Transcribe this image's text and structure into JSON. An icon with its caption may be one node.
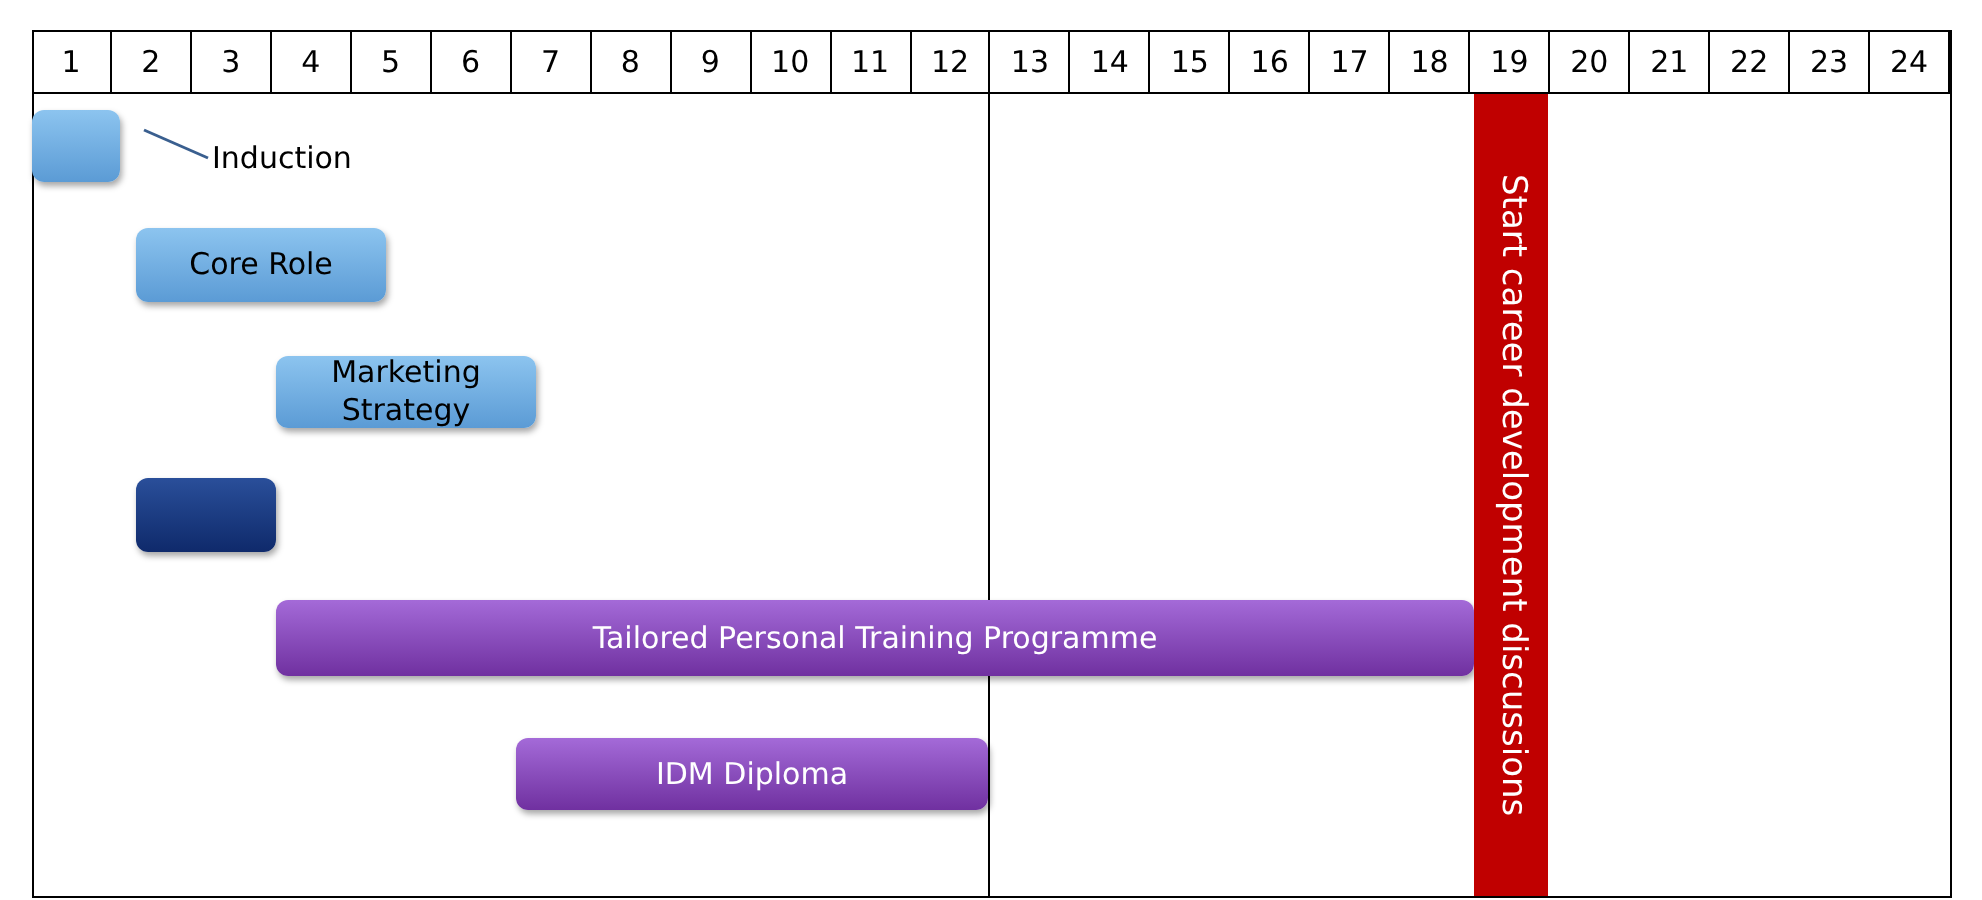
{
  "diagram": {
    "nodes": [
      {
        "text": [],
        "shape": "box"
      },
      {
        "text": [
          "Induction"
        ]
      },
      {
        "text": [
          "Core Role"
        ]
      },
      {
        "text": [
          "Marketing Strategy"
        ]
      },
      {
        "text": [],
        "shape": "box"
      },
      {
        "text": [
          "Tailored Personal Training Programme"
        ]
      },
      {
        "text": [
          "IDM Diploma"
        ]
      },
      {
        "text": [
          "Start career development discussions"
        ]
      }
    ],
    "edges": [
      {
        "from": 1,
        "to": 0,
        "arrow": "none"
      }
    ],
    "labels": [
      "1",
      "2",
      "3",
      "4",
      "5",
      "6",
      "7",
      "8",
      "9",
      "10",
      "11",
      "12",
      "13",
      "14",
      "15",
      "16",
      "17",
      "18",
      "19",
      "20",
      "21",
      "22",
      "23",
      "24"
    ]
  }
}
